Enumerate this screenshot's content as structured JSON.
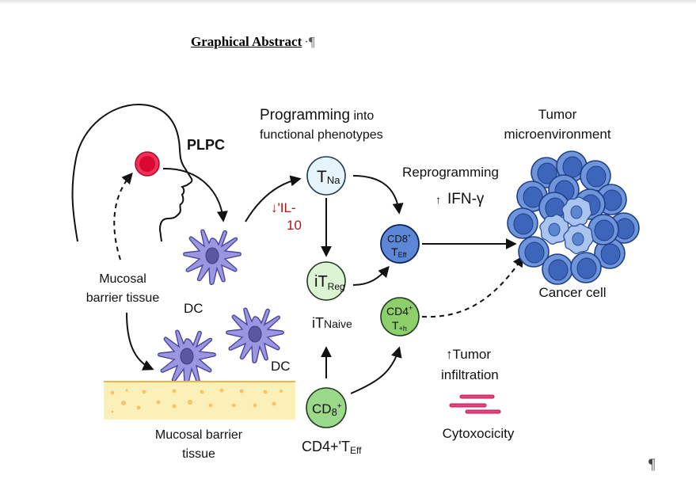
{
  "document": {
    "title": "Graphical Abstract",
    "title_marks": "·¶",
    "end_pilcrow": "¶"
  },
  "figure": {
    "labels": {
      "plpc": "PLPC",
      "programming_bold": "Programming",
      "programming_rest": " into",
      "programming_line2": "functional phenotypes",
      "tumor_line1": "Tumor",
      "tumor_line2": "microenvironment",
      "reprogramming": "Reprogramming",
      "ifn_arrow": "↑",
      "ifn": "IFN-γ",
      "il10_arrow": "↓",
      "il10_line1": "'IL-",
      "il10_line2": "10",
      "mucosal_line1": "Mucosal",
      "mucosal_line2": "barrier tissue",
      "dc_1": "DC",
      "dc_2": "DC",
      "itnaive_main": "iT",
      "itnaive_sub": "Naive",
      "cd4_teff_main": "CD4+'T",
      "cd4_teff_sub": "Eff",
      "tumor_inf_arrow": "↑",
      "tumor_inf_line1": "Tumor",
      "tumor_inf_line2": "infiltration",
      "cytotoxicity": "Cytoxocicity",
      "cancer_cell": "Cancer cell",
      "mucosal_bottom_line1": "Mucosal barrier",
      "mucosal_bottom_line2": "tissue"
    },
    "nodes": {
      "tna": {
        "main": "T",
        "sub": "Na",
        "fill": "#e6f4fb"
      },
      "itreg": {
        "main": "iT",
        "sub": "Reg",
        "fill": "#dcf3d4"
      },
      "cd8": {
        "main": "CD8",
        "sup": "+",
        "line2_main": "T",
        "line2_sub": "Eff",
        "fill": "#5b87d6"
      },
      "cd4": {
        "main": "CD4",
        "sup": "+",
        "line2_main": "T",
        "line2_sub": "+h",
        "fill": "#8dcf6b"
      },
      "cd8b": {
        "main": "CD",
        "sub": "8",
        "sup": "+",
        "fill": "#9bd98a"
      }
    },
    "colors": {
      "plpc": "#e8103a",
      "il10": "#b0141c",
      "dc": "#9b96e0",
      "tissue": "#fbf0b8",
      "cancer": "#3f6fc4",
      "cytotox": "#e0457c"
    }
  }
}
